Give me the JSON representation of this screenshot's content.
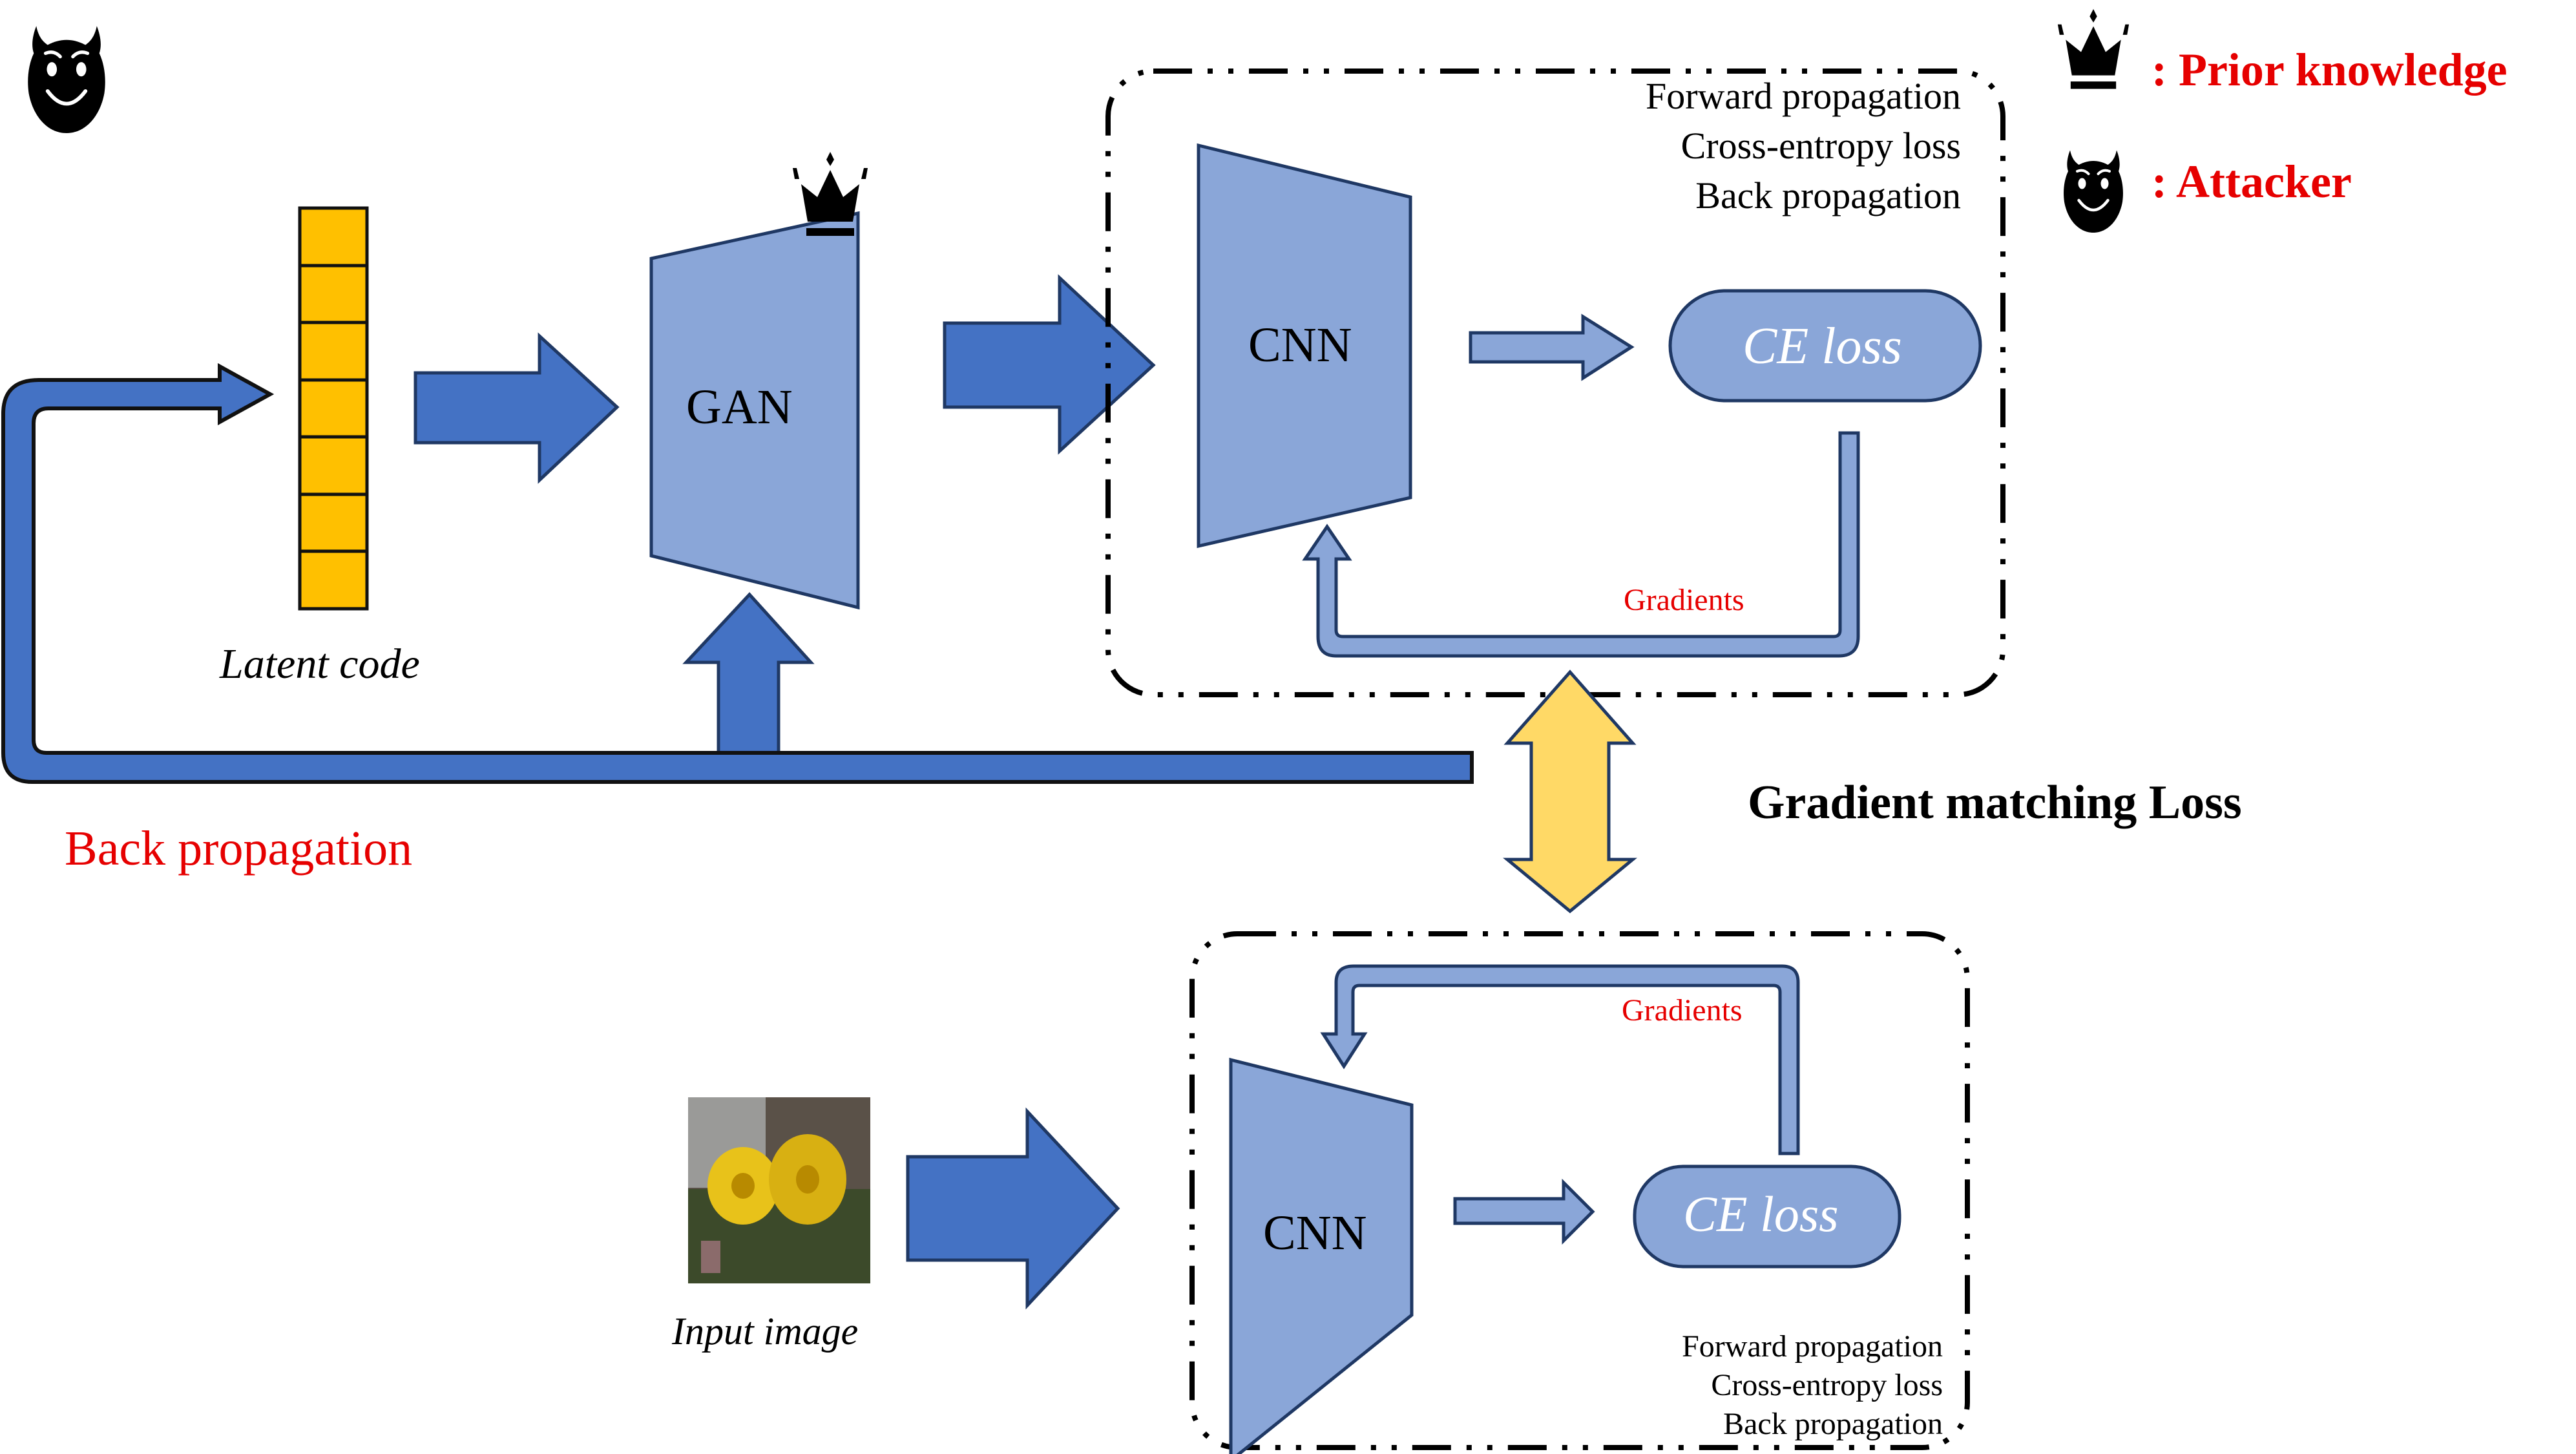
{
  "legend": {
    "prior_knowledge_icon": "crown-icon",
    "prior_knowledge_label": ": Prior knowledge",
    "attacker_icon": "devil-icon",
    "attacker_label": ": Attacker"
  },
  "top_left": {
    "attacker_icon": "devil-icon",
    "latent_code_label": "Latent code",
    "latent_code_cells": 7,
    "gan_label": "GAN",
    "gan_prior_icon": "crown-icon",
    "back_propagation_label": "Back propagation"
  },
  "top_box": {
    "steps": [
      "Forward propagation",
      "Cross-entropy loss",
      "Back propagation"
    ],
    "cnn_label": "CNN",
    "loss_label": "CE loss",
    "gradients_label": "Gradients"
  },
  "middle": {
    "matching_label": "Gradient matching Loss"
  },
  "bottom_box": {
    "steps": [
      "Forward propagation",
      "Cross-entropy loss",
      "Back propagation"
    ],
    "cnn_label": "CNN",
    "loss_label": "CE loss",
    "gradients_label": "Gradients",
    "input_image_label": "Input image",
    "input_image_alt": "daffodil photo"
  },
  "colors": {
    "dark_blue": "#4472c4",
    "light_blue": "#8aa6d8",
    "outline": "#1f3864",
    "latent_yellow": "#ffc000",
    "match_yellow": "#ffd966",
    "red": "#e60000"
  }
}
